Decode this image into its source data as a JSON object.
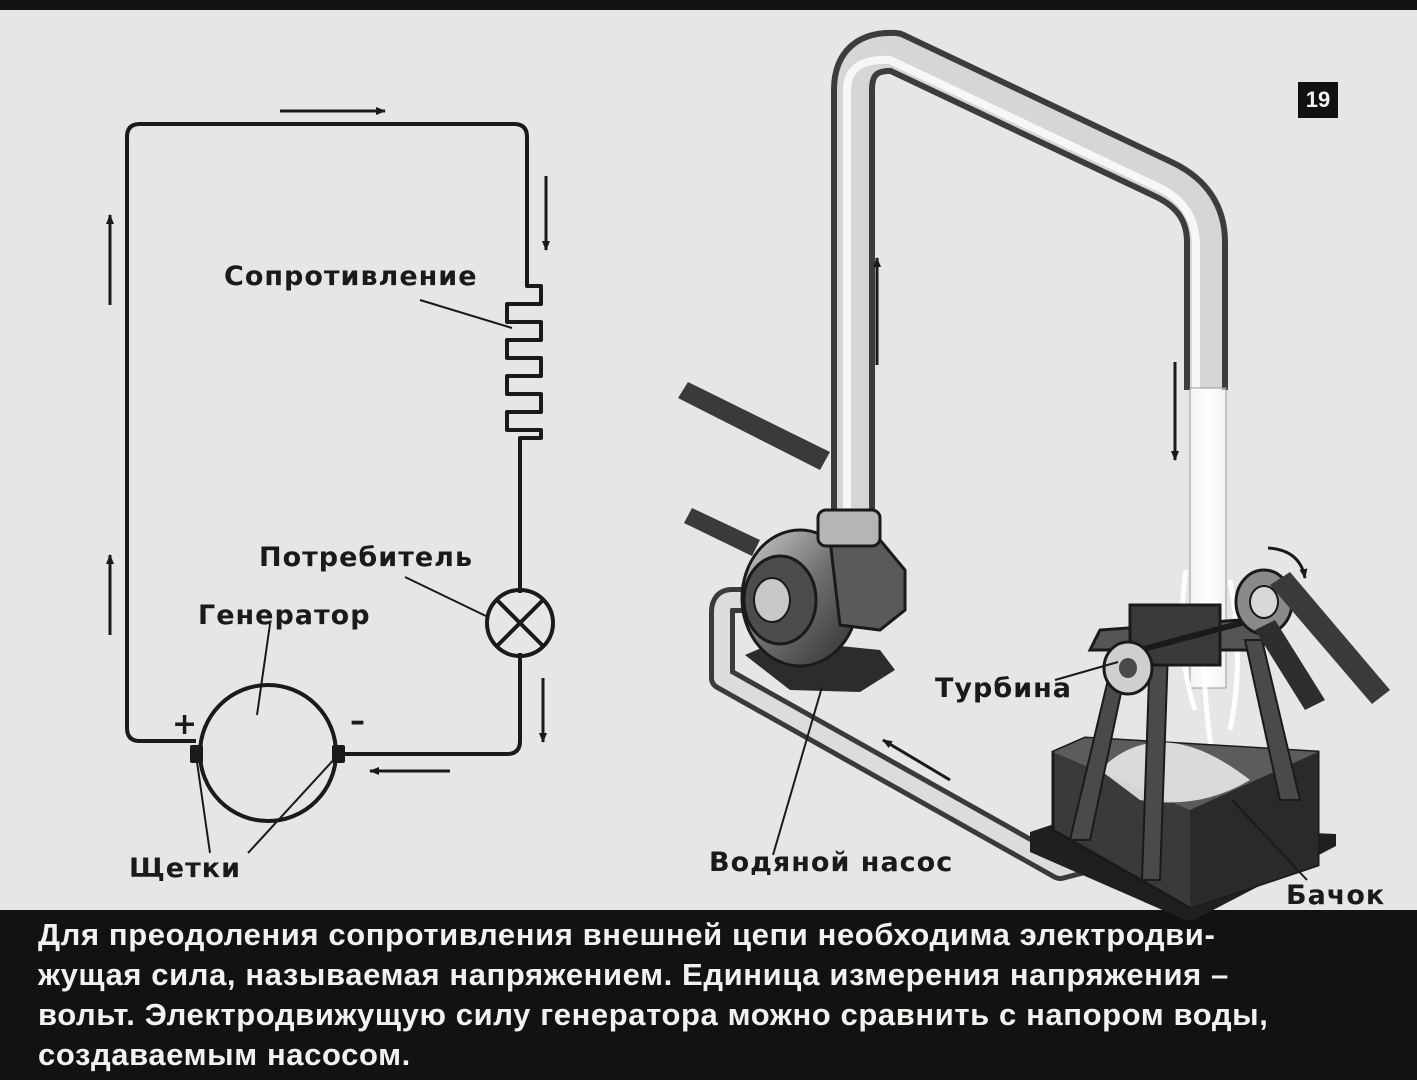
{
  "slide_number": "19",
  "labels": {
    "resistance": "Сопротивление",
    "consumer": "Потребитель",
    "generator": "Генератор",
    "plus": "+",
    "minus": "–",
    "brushes": "Щетки",
    "turbine": "Турбина",
    "water_pump": "Водяной насос",
    "tank": "Бачок"
  },
  "caption": [
    "Для преодоления сопротивления внешней цепи необходима электродви-",
    "жущая сила, называемая напряжением. Единица измерения напряжения –",
    "вольт. Электродвижущую силу генератора можно сравнить с напором воды,",
    "создаваемым насосом."
  ],
  "colors": {
    "background": "#e6e6e4",
    "ink": "#1a1a1a",
    "caption_background": "#121212",
    "caption_text": "#f1f1ee"
  },
  "icons": [
    "arrow-right-icon",
    "arrow-down-icon",
    "arrow-up-icon",
    "arrow-left-icon",
    "lamp-icon",
    "resistor-icon",
    "generator-icon"
  ]
}
